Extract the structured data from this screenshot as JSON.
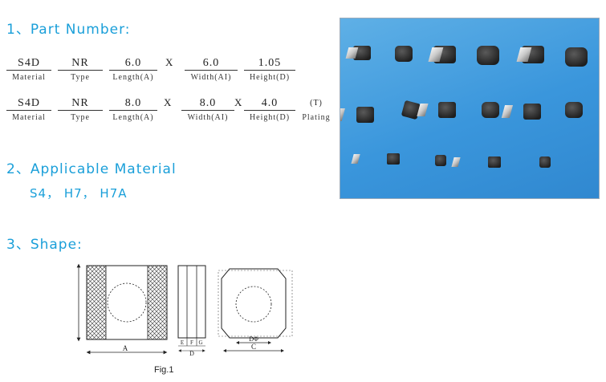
{
  "sections": {
    "part_number": {
      "title": "1、Part Number:"
    },
    "material": {
      "title": "2、Applicable Material",
      "list": "S4， H7， H7A"
    },
    "shape": {
      "title": "3、Shape:"
    }
  },
  "part_number_rows": [
    {
      "fields": [
        {
          "value": "S4D",
          "label": "Material"
        },
        {
          "value": "NR",
          "label": "Type"
        },
        {
          "value": "6.0",
          "label": "Length(A)"
        },
        {
          "value": "6.0",
          "label": "Width(AI)"
        },
        {
          "value": "1.05",
          "label": "Height(D)"
        }
      ],
      "separators": [
        "X"
      ]
    },
    {
      "fields": [
        {
          "value": "S4D",
          "label": "Material"
        },
        {
          "value": "NR",
          "label": "Type"
        },
        {
          "value": "8.0",
          "label": "Length(A)"
        },
        {
          "value": "8.0",
          "label": "Width(AI)"
        },
        {
          "value": "4.0",
          "label": "Height(D)"
        },
        {
          "value": "(T)",
          "label": "Plating"
        }
      ],
      "separators": [
        "X",
        "X"
      ]
    }
  ],
  "figure": {
    "caption": "Fig.1",
    "labels": {
      "a": "A",
      "c": "C",
      "d": "D",
      "dphi": "DΦ",
      "e": "E",
      "f": "F",
      "g": "G"
    }
  },
  "colors": {
    "heading": "#1a9fd9",
    "photo_background": "#3a96dc"
  },
  "photo_icon": "smd-power-inductor-product-photo"
}
